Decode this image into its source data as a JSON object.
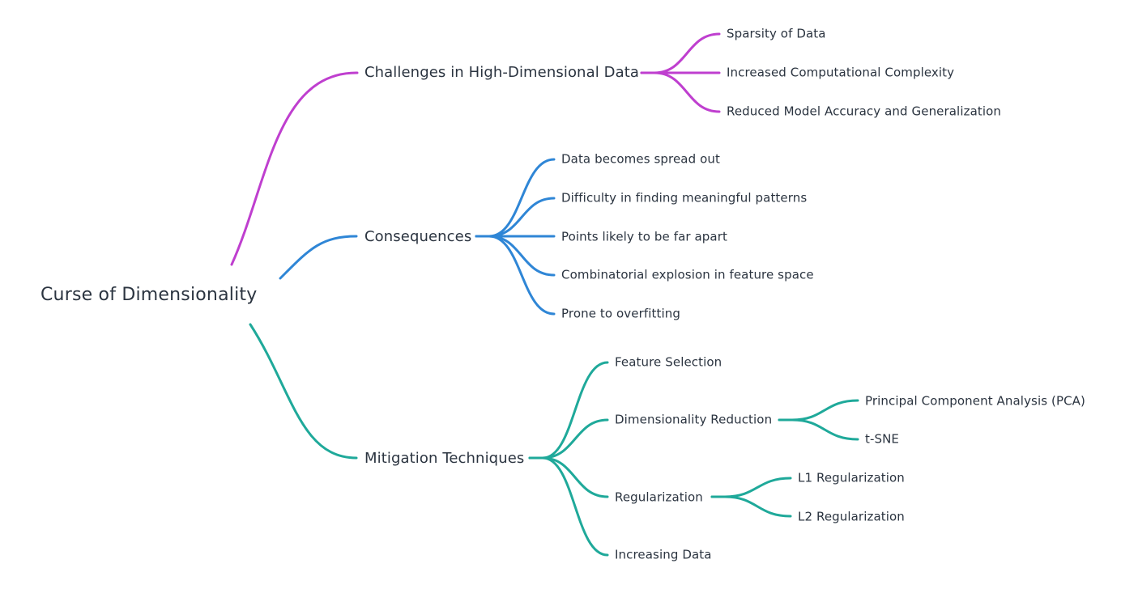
{
  "mindmap": {
    "root": "Curse of Dimensionality",
    "branches": [
      {
        "label": "Challenges in High-Dimensional Data",
        "color": "#bf3fcf",
        "children": [
          {
            "label": "Sparsity of Data"
          },
          {
            "label": "Increased Computational Complexity"
          },
          {
            "label": "Reduced Model Accuracy and Generalization"
          }
        ]
      },
      {
        "label": "Consequences",
        "color": "#2f86d6",
        "children": [
          {
            "label": "Data becomes spread out"
          },
          {
            "label": "Difficulty in finding meaningful patterns"
          },
          {
            "label": "Points likely to be far apart"
          },
          {
            "label": "Combinatorial explosion in feature space"
          },
          {
            "label": "Prone to overfitting"
          }
        ]
      },
      {
        "label": "Mitigation Techniques",
        "color": "#1fa99a",
        "children": [
          {
            "label": "Feature Selection"
          },
          {
            "label": "Dimensionality Reduction",
            "children": [
              {
                "label": "Principal Component Analysis (PCA)"
              },
              {
                "label": "t-SNE"
              }
            ]
          },
          {
            "label": "Regularization",
            "children": [
              {
                "label": "L1 Regularization"
              },
              {
                "label": "L2 Regularization"
              }
            ]
          },
          {
            "label": "Increasing Data"
          }
        ]
      }
    ]
  }
}
